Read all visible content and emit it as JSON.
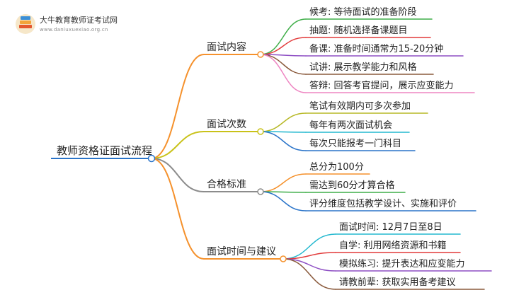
{
  "watermark": {
    "title": "大牛教育教师证考试网",
    "subtitle": "www.daniuxuexiao.org.cn",
    "logo_icon": "book-stack-icon"
  },
  "root": "教师资格证面试流程",
  "branches": [
    {
      "label": "面试内容",
      "color": "#f5912c",
      "children": [
        {
          "text": "候考: 等待面试的准备阶段",
          "color": "#3fae49"
        },
        {
          "text": "抽题: 随机选择备课题目",
          "color": "#e23a3a"
        },
        {
          "text": "备课: 准备时间通常为15-20分钟",
          "color": "#8e4fc4"
        },
        {
          "text": "试讲: 展示教学能力和风格",
          "color": "#8a5a3c"
        },
        {
          "text": "答辩: 回答考官提问，展示应变能力",
          "color": "#ee86c2"
        }
      ]
    },
    {
      "label": "面试次数",
      "color": "#c9c219",
      "children": [
        {
          "text": "笔试有效期内可多次参加",
          "color": "#b7b826"
        },
        {
          "text": "每年有两次面试机会",
          "color": "#22b8cf"
        },
        {
          "text": "每次只能报考一门科目",
          "color": "#2a74c9"
        }
      ]
    },
    {
      "label": "合格标准",
      "color": "#8c8c8c",
      "children": [
        {
          "text": "总分为100分",
          "color": "#f5912c"
        },
        {
          "text": "需达到60分才算合格",
          "color": "#3fae49"
        },
        {
          "text": "评分维度包括教学设计、实施和评价",
          "color": "#2a74c9"
        }
      ]
    },
    {
      "label": "面试时间与建议",
      "color": "#f5912c",
      "children": [
        {
          "text": "面试时间: 12月7日至8日",
          "color": "#22b8cf"
        },
        {
          "text": "自学: 利用网络资源和书籍",
          "color": "#e23a3a"
        },
        {
          "text": "模拟练习: 提升表达和应变能力",
          "color": "#8e4fc4"
        },
        {
          "text": "请教前辈: 获取实用备考建议",
          "color": "#8a5a3c"
        }
      ]
    }
  ],
  "colors": {
    "root_underline": "#2a74c9",
    "background": "#ffffff"
  }
}
